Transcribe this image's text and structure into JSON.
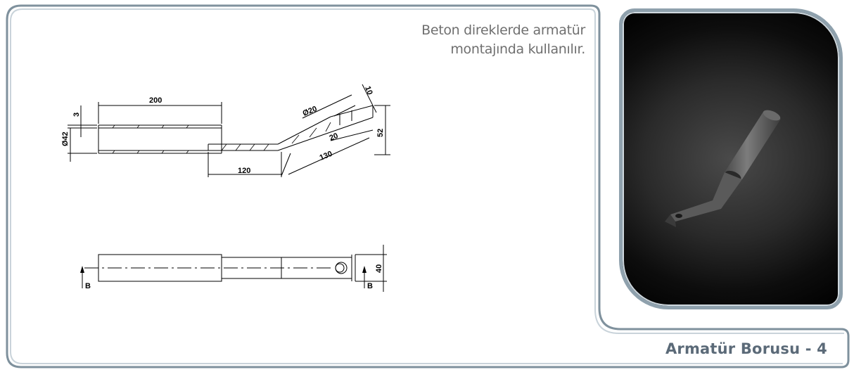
{
  "description": {
    "line1": "Beton direklerde armatür",
    "line2": "montajında kullanılır."
  },
  "product_title": "Armatür Borusu - 4",
  "drawing": {
    "dim_200": "200",
    "dim_3": "3",
    "dim_d42": "Ø42",
    "dim_120": "120",
    "dim_130": "130",
    "dim_d20": "Ø20",
    "dim_20": "20",
    "dim_10": "10",
    "dim_52": "52",
    "dim_40": "40",
    "section_left": "B",
    "section_right": "B"
  },
  "colors": {
    "frame": "#7f919d",
    "frame_light": "#c9d3da",
    "title": "#5b6a78"
  }
}
